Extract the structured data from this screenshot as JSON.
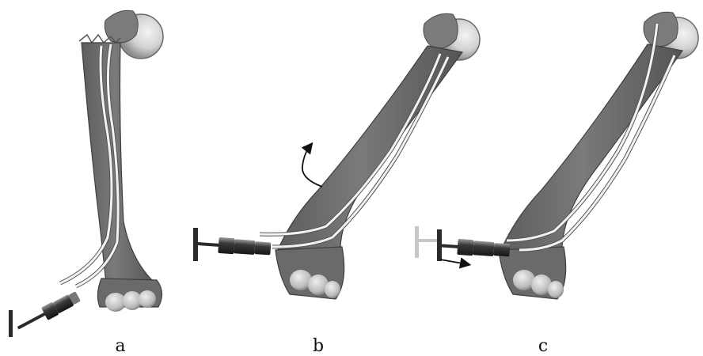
{
  "figure": {
    "panels": [
      {
        "id": "a",
        "label": "a"
      },
      {
        "id": "b",
        "label": "b"
      },
      {
        "id": "c",
        "label": "c"
      }
    ],
    "colors": {
      "bone": "#6f6f6f",
      "bone_dark": "#4a4a4a",
      "bone_light": "#a9a9a9",
      "condyle": "#c9c9c9",
      "wire": "#f2f2f2",
      "wire_edge": "#555555",
      "handle": "#2b2b2b",
      "handle_faded": "#c7c7c7"
    },
    "icons": [
      "rotation-arrow-icon",
      "push-arrow-icon"
    ]
  }
}
